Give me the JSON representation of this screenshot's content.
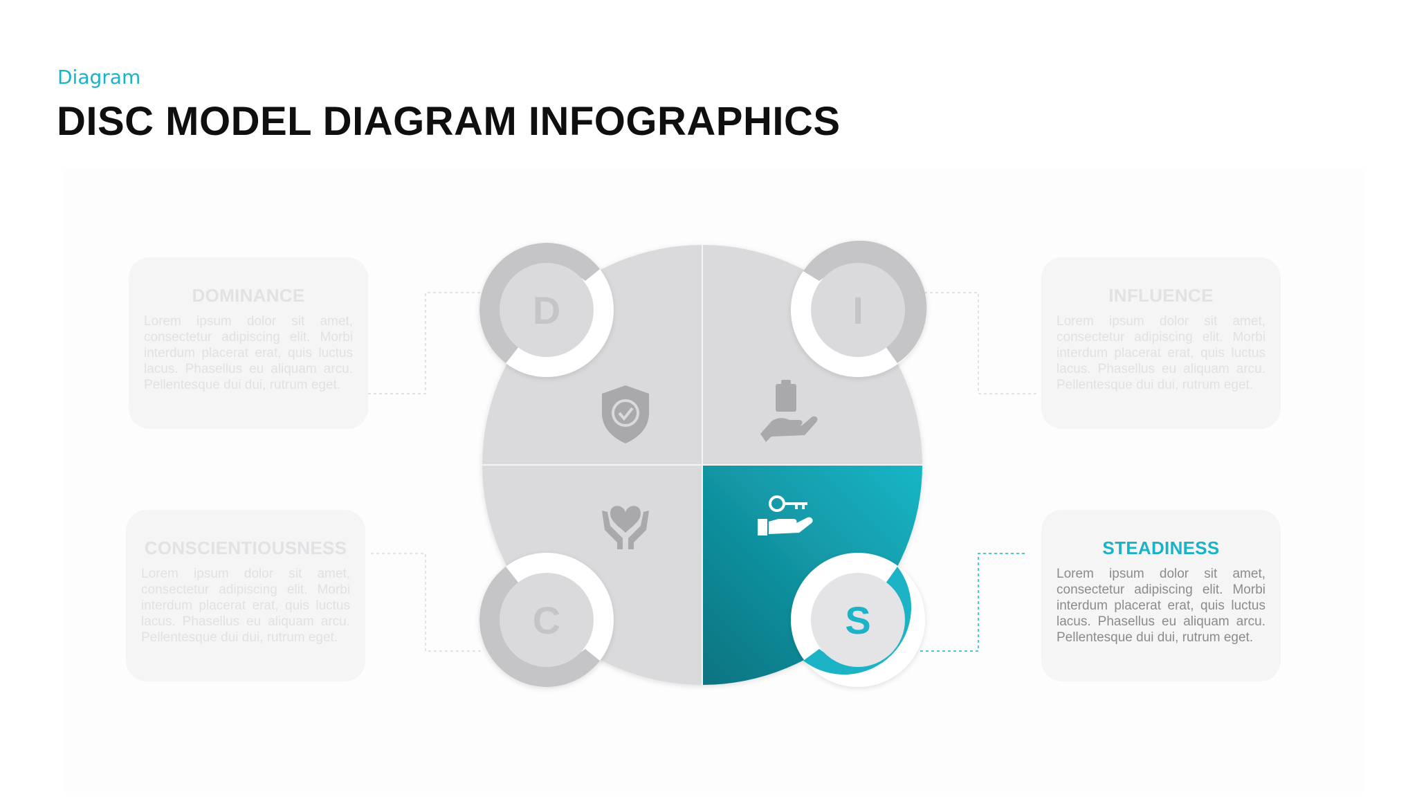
{
  "header": {
    "subtitle": "Diagram",
    "title": "DISC MODEL DIAGRAM INFOGRAPHICS"
  },
  "quadrants": [
    {
      "letter": "D",
      "icon": "shield-check-icon",
      "heading": "DOMINANCE",
      "active": false
    },
    {
      "letter": "I",
      "icon": "hand-clipboard-icon",
      "heading": "INFLUENCE",
      "active": false
    },
    {
      "letter": "C",
      "icon": "hands-heart-icon",
      "heading": "CONSCIENTIOUSNESS",
      "active": false
    },
    {
      "letter": "S",
      "icon": "hand-key-icon",
      "heading": "STEADINESS",
      "active": true
    }
  ],
  "cards": {
    "dominance": {
      "heading": "DOMINANCE",
      "body": "Lorem ipsum dolor sit amet, consectetur adipiscing elit. Morbi interdum placerat erat, quis luctus lacus. Phasellus eu aliquam arcu. Pellentesque dui dui, rutrum eget."
    },
    "influence": {
      "heading": "INFLUENCE",
      "body": "Lorem ipsum dolor sit amet, consectetur adipiscing elit. Morbi interdum placerat erat, quis luctus lacus. Phasellus eu aliquam arcu. Pellentesque dui dui, rutrum eget."
    },
    "conscientiousness": {
      "heading": "CONSCIENTIOUSNESS",
      "body": "Lorem ipsum dolor sit amet, consectetur adipiscing elit. Morbi interdum placerat erat, quis luctus lacus. Phasellus eu aliquam arcu. Pellentesque dui dui, rutrum eget."
    },
    "steadiness": {
      "heading": "STEADINESS",
      "body": "Lorem ipsum dolor sit amet, consectetur adipiscing elit. Morbi interdum placerat erat, quis luctus lacus. Phasellus eu aliquam arcu. Pellentesque dui dui, rutrum eget."
    }
  },
  "colors": {
    "accent": "#1ab3c6",
    "accent_dark": "#0b7b86",
    "quadrant_gray": "#dadadc",
    "badge_gray": "#c5c5c7",
    "icon_gray": "#a9a9ab"
  }
}
